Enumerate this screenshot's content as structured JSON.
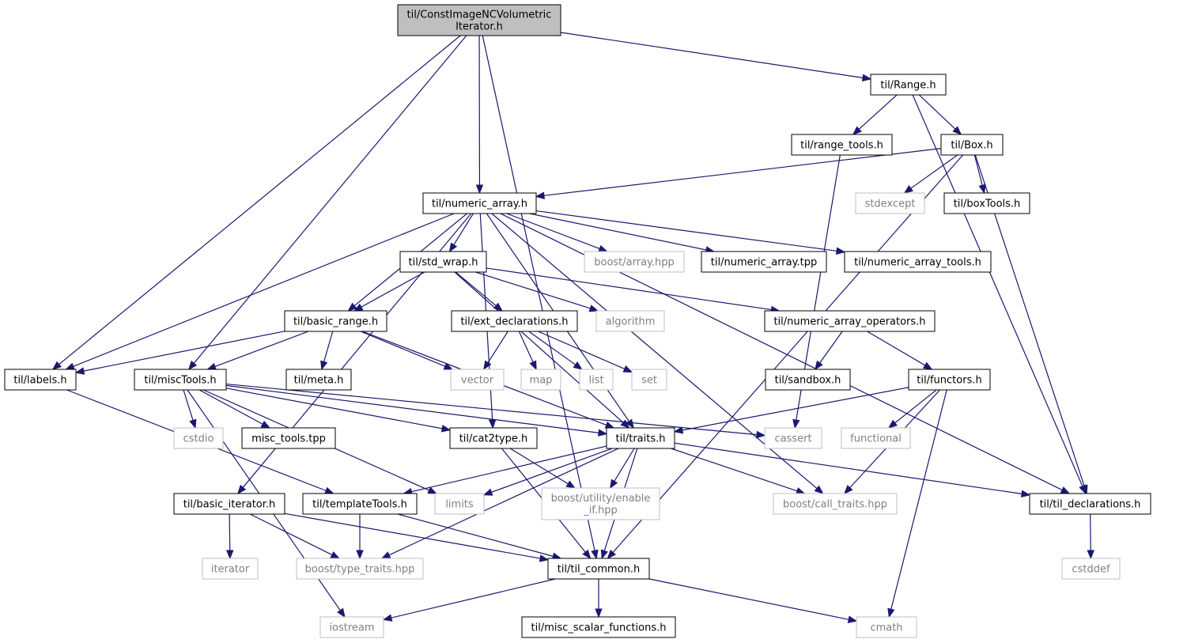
{
  "colors": {
    "edge": "#191970",
    "root_fill": "#bfbfbf",
    "root_border": "#000000",
    "local_border": "#000000",
    "system_border": "#bfbfbf",
    "local_text": "#000000",
    "system_text": "#808080"
  },
  "nodes": [
    {
      "id": "root",
      "label": "til/ConstImageNCVolumetric\nIterator.h",
      "kind": "root"
    },
    {
      "id": "range",
      "label": "til/Range.h",
      "kind": "local"
    },
    {
      "id": "range_tools",
      "label": "til/range_tools.h",
      "kind": "local"
    },
    {
      "id": "box",
      "label": "til/Box.h",
      "kind": "local"
    },
    {
      "id": "numeric_array",
      "label": "til/numeric_array.h",
      "kind": "local"
    },
    {
      "id": "stdexcept",
      "label": "stdexcept",
      "kind": "system"
    },
    {
      "id": "boxtools",
      "label": "til/boxTools.h",
      "kind": "local"
    },
    {
      "id": "std_wrap",
      "label": "til/std_wrap.h",
      "kind": "local"
    },
    {
      "id": "boost_array",
      "label": "boost/array.hpp",
      "kind": "system"
    },
    {
      "id": "numeric_array_tpp",
      "label": "til/numeric_array.tpp",
      "kind": "local"
    },
    {
      "id": "numeric_array_tools",
      "label": "til/numeric_array_tools.h",
      "kind": "local"
    },
    {
      "id": "basic_range",
      "label": "til/basic_range.h",
      "kind": "local"
    },
    {
      "id": "ext_declarations",
      "label": "til/ext_declarations.h",
      "kind": "local"
    },
    {
      "id": "algorithm",
      "label": "algorithm",
      "kind": "system"
    },
    {
      "id": "numeric_array_operators",
      "label": "til/numeric_array_operators.h",
      "kind": "local"
    },
    {
      "id": "labels",
      "label": "til/labels.h",
      "kind": "local"
    },
    {
      "id": "misctools",
      "label": "til/miscTools.h",
      "kind": "local"
    },
    {
      "id": "meta",
      "label": "til/meta.h",
      "kind": "local"
    },
    {
      "id": "vector",
      "label": "vector",
      "kind": "system"
    },
    {
      "id": "map",
      "label": "map",
      "kind": "system"
    },
    {
      "id": "list",
      "label": "list",
      "kind": "system"
    },
    {
      "id": "set",
      "label": "set",
      "kind": "system"
    },
    {
      "id": "sandbox",
      "label": "til/sandbox.h",
      "kind": "local"
    },
    {
      "id": "functors",
      "label": "til/functors.h",
      "kind": "local"
    },
    {
      "id": "cstdio",
      "label": "cstdio",
      "kind": "system"
    },
    {
      "id": "misc_tools_tpp",
      "label": "misc_tools.tpp",
      "kind": "local"
    },
    {
      "id": "cat2type",
      "label": "til/cat2type.h",
      "kind": "local"
    },
    {
      "id": "traits",
      "label": "til/traits.h",
      "kind": "local"
    },
    {
      "id": "cassert",
      "label": "cassert",
      "kind": "system"
    },
    {
      "id": "functional",
      "label": "functional",
      "kind": "system"
    },
    {
      "id": "basic_iterator",
      "label": "til/basic_iterator.h",
      "kind": "local"
    },
    {
      "id": "templatetools",
      "label": "til/templateTools.h",
      "kind": "local"
    },
    {
      "id": "limits",
      "label": "limits",
      "kind": "system"
    },
    {
      "id": "enable_if",
      "label": "boost/utility/enable\n_if.hpp",
      "kind": "system"
    },
    {
      "id": "call_traits",
      "label": "boost/call_traits.hpp",
      "kind": "system"
    },
    {
      "id": "til_declarations",
      "label": "til/til_declarations.h",
      "kind": "local"
    },
    {
      "id": "iterator",
      "label": "iterator",
      "kind": "system"
    },
    {
      "id": "type_traits",
      "label": "boost/type_traits.hpp",
      "kind": "system"
    },
    {
      "id": "til_common",
      "label": "til/til_common.h",
      "kind": "local"
    },
    {
      "id": "cstddef",
      "label": "cstddef",
      "kind": "system"
    },
    {
      "id": "iostream",
      "label": "iostream",
      "kind": "system"
    },
    {
      "id": "misc_scalar_functions",
      "label": "til/misc_scalar_functions.h",
      "kind": "local"
    },
    {
      "id": "cmath",
      "label": "cmath",
      "kind": "system"
    }
  ],
  "edges": [
    [
      "root",
      "labels"
    ],
    [
      "root",
      "misctools"
    ],
    [
      "root",
      "numeric_array"
    ],
    [
      "root",
      "range"
    ],
    [
      "root",
      "til_common"
    ],
    [
      "range",
      "range_tools"
    ],
    [
      "range",
      "box"
    ],
    [
      "range",
      "til_declarations"
    ],
    [
      "range_tools",
      "cassert"
    ],
    [
      "box",
      "numeric_array"
    ],
    [
      "box",
      "stdexcept"
    ],
    [
      "box",
      "boxtools"
    ],
    [
      "box",
      "til_declarations"
    ],
    [
      "box",
      "til_common"
    ],
    [
      "numeric_array",
      "labels"
    ],
    [
      "numeric_array",
      "basic_range"
    ],
    [
      "numeric_array",
      "cat2type"
    ],
    [
      "numeric_array",
      "basic_iterator"
    ],
    [
      "numeric_array",
      "traits"
    ],
    [
      "numeric_array",
      "std_wrap"
    ],
    [
      "numeric_array",
      "boost_array"
    ],
    [
      "numeric_array",
      "numeric_array_tpp"
    ],
    [
      "numeric_array",
      "numeric_array_tools"
    ],
    [
      "numeric_array",
      "call_traits"
    ],
    [
      "numeric_array",
      "til_declarations"
    ],
    [
      "std_wrap",
      "basic_range"
    ],
    [
      "std_wrap",
      "ext_declarations"
    ],
    [
      "std_wrap",
      "algorithm"
    ],
    [
      "std_wrap",
      "traits"
    ],
    [
      "std_wrap",
      "numeric_array_operators"
    ],
    [
      "basic_range",
      "labels"
    ],
    [
      "basic_range",
      "misctools"
    ],
    [
      "basic_range",
      "meta"
    ],
    [
      "basic_range",
      "vector"
    ],
    [
      "basic_range",
      "traits"
    ],
    [
      "ext_declarations",
      "vector"
    ],
    [
      "ext_declarations",
      "map"
    ],
    [
      "ext_declarations",
      "list"
    ],
    [
      "ext_declarations",
      "set"
    ],
    [
      "numeric_array_operators",
      "sandbox"
    ],
    [
      "numeric_array_operators",
      "functors"
    ],
    [
      "labels",
      "templatetools"
    ],
    [
      "misctools",
      "iostream"
    ],
    [
      "misctools",
      "cstdio"
    ],
    [
      "misctools",
      "misc_tools_tpp"
    ],
    [
      "misctools",
      "cat2type"
    ],
    [
      "misctools",
      "traits"
    ],
    [
      "misctools",
      "cassert"
    ],
    [
      "misctools",
      "limits"
    ],
    [
      "functors",
      "traits"
    ],
    [
      "functors",
      "functional"
    ],
    [
      "functors",
      "call_traits"
    ],
    [
      "functors",
      "cmath"
    ],
    [
      "cat2type",
      "enable_if"
    ],
    [
      "cat2type",
      "til_common"
    ],
    [
      "traits",
      "templatetools"
    ],
    [
      "traits",
      "limits"
    ],
    [
      "traits",
      "enable_if"
    ],
    [
      "traits",
      "call_traits"
    ],
    [
      "traits",
      "til_declarations"
    ],
    [
      "traits",
      "type_traits"
    ],
    [
      "traits",
      "til_common"
    ],
    [
      "basic_iterator",
      "iterator"
    ],
    [
      "basic_iterator",
      "type_traits"
    ],
    [
      "basic_iterator",
      "til_common"
    ],
    [
      "templatetools",
      "type_traits"
    ],
    [
      "templatetools",
      "til_common"
    ],
    [
      "til_declarations",
      "cstddef"
    ],
    [
      "til_common",
      "iostream"
    ],
    [
      "til_common",
      "misc_scalar_functions"
    ],
    [
      "til_common",
      "cmath"
    ]
  ]
}
